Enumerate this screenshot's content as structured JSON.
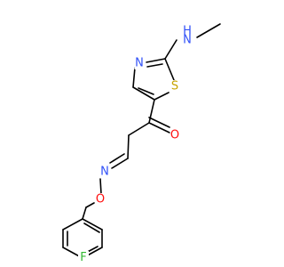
{
  "molecule": {
    "atoms": {
      "N_amine": {
        "label": "N",
        "color": "#3050F8"
      },
      "H_amine": {
        "label": "H",
        "color": "#3050F8"
      },
      "N_thiazole": {
        "label": "N",
        "color": "#3050F8"
      },
      "S_thiazole": {
        "label": "S",
        "color": "#C8A400"
      },
      "O_ketone": {
        "label": "O",
        "color": "#FF0D0D"
      },
      "N_oxime": {
        "label": "N",
        "color": "#3050F8"
      },
      "O_oxime": {
        "label": "O",
        "color": "#FF0D0D"
      },
      "F": {
        "label": "F",
        "color": "#33B833"
      }
    }
  }
}
